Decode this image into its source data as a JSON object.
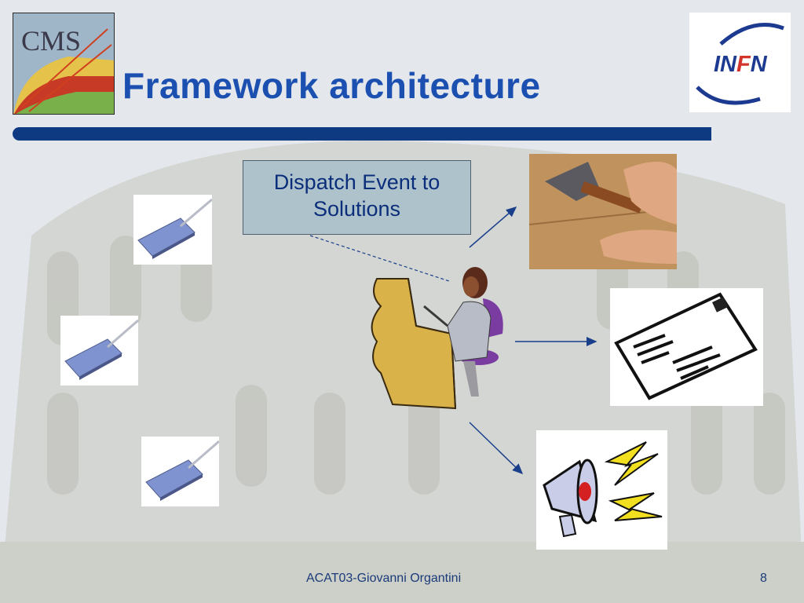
{
  "slide": {
    "title": "Framework architecture",
    "dispatch_label": "Dispatch Event to Solutions",
    "footer": "ACAT03-Giovanni Organtini",
    "page_number": "8"
  },
  "logos": {
    "cms": "CMS",
    "infn_pre": "IN",
    "infn_f": "F",
    "infn_post": "N"
  },
  "colors": {
    "title": "#1b4fb0",
    "rule": "#0e3a82",
    "dispatch_bg": "#aec2cc",
    "arrow": "#1a3f8a"
  }
}
